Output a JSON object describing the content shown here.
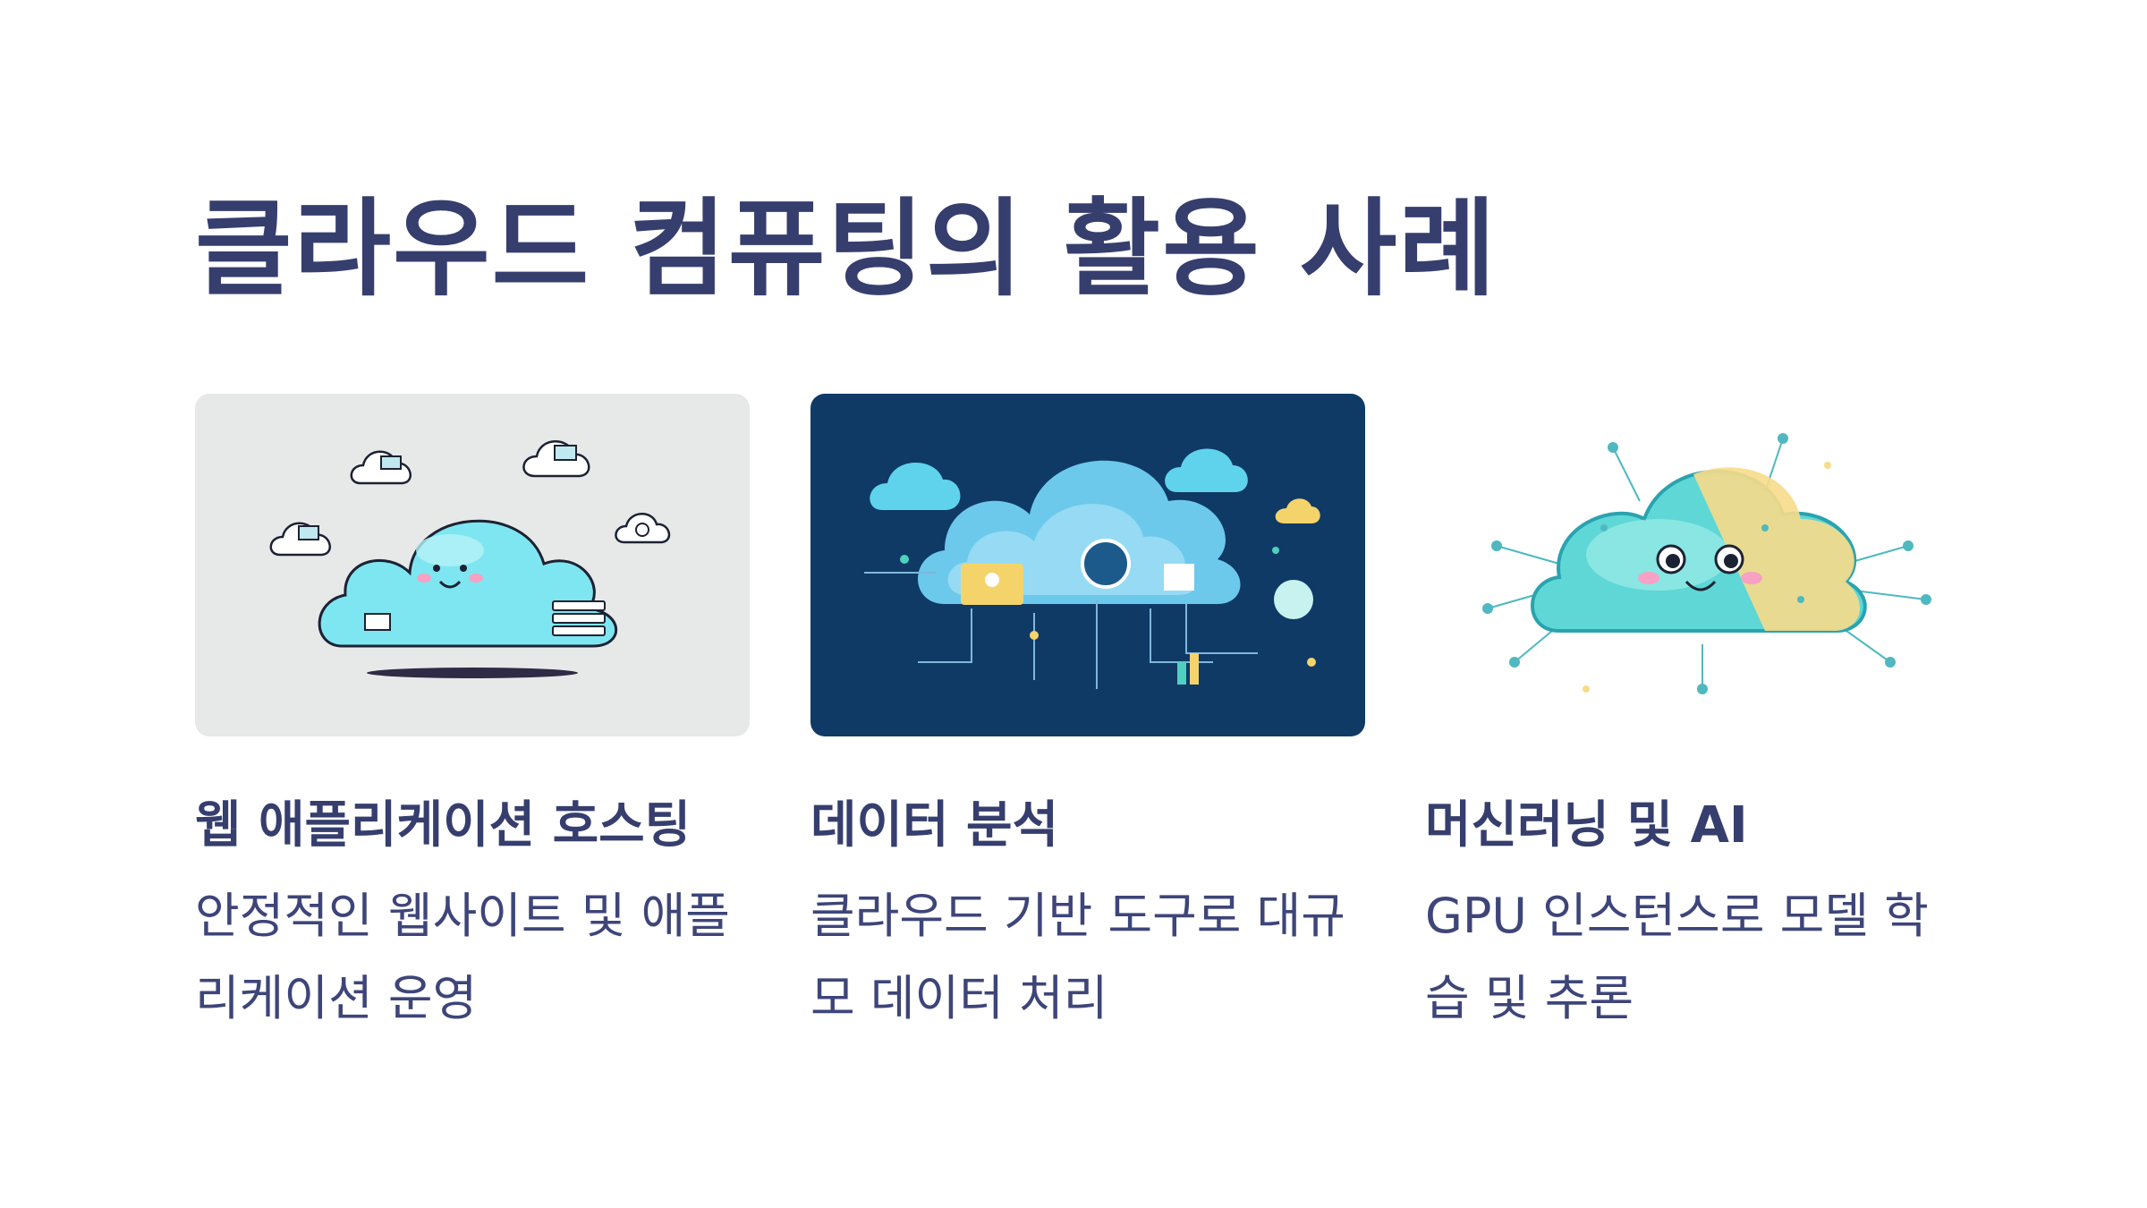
{
  "page": {
    "title": "클라우드 컴퓨팅의 활용 사례"
  },
  "cards": [
    {
      "title": "웹 애플리케이션 호스팅",
      "description": "안정적인 웹사이트 및 애플리케이션 운영",
      "image_icon": "cloud-hosting-illustration"
    },
    {
      "title": "데이터 분석",
      "description": "클라우드 기반 도구로 대규모 데이터 처리",
      "image_icon": "cloud-data-analysis-illustration"
    },
    {
      "title": "머신러닝 및 AI",
      "description": "GPU 인스턴스로 모델 학습 및 추론",
      "image_icon": "cloud-ai-illustration"
    }
  ],
  "colors": {
    "heading": "#363e6e",
    "card1_bg": "#e7e8e8",
    "card2_bg": "#0f3a66",
    "cloud_cyan": "#7ee6f0",
    "ai_yellow": "#f7dc8a"
  }
}
